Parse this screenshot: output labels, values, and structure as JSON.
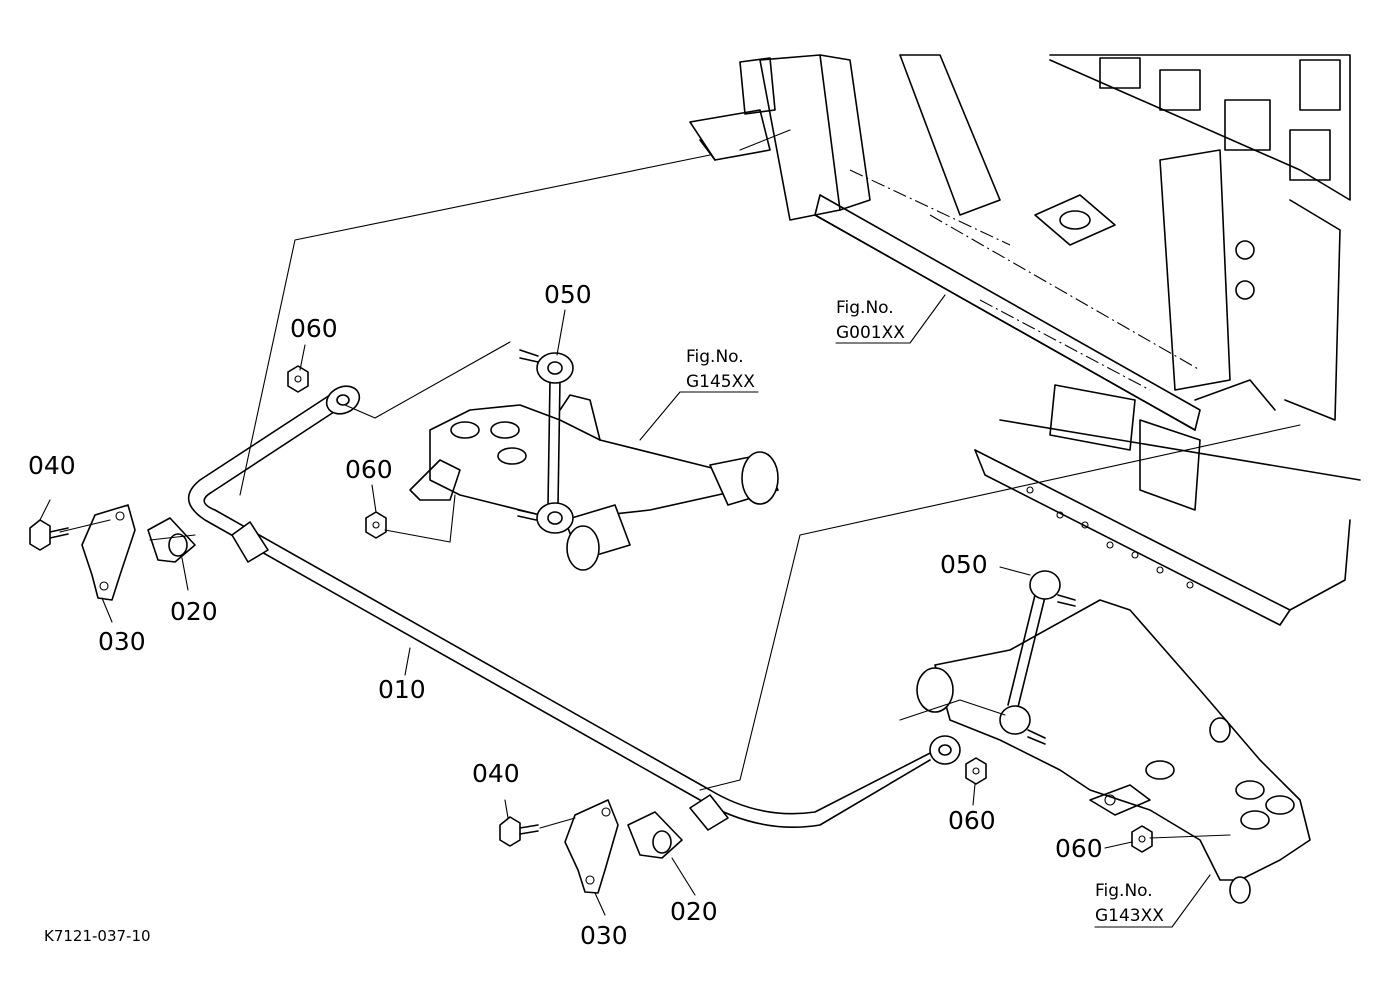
{
  "diagram_code": "K7121-037-10",
  "callouts": {
    "c010": "010",
    "c020_left": "020",
    "c020_right": "020",
    "c030_left": "030",
    "c030_right": "030",
    "c040_left": "040",
    "c040_right": "040",
    "c050_top": "050",
    "c050_right": "050",
    "c060_top": "060",
    "c060_mid": "060",
    "c060_right_a": "060",
    "c060_right_b": "060"
  },
  "figure_refs": {
    "g001": {
      "title": "Fig.No.",
      "code": "G001XX"
    },
    "g145": {
      "title": "Fig.No.",
      "code": "G145XX"
    },
    "g143": {
      "title": "Fig.No.",
      "code": "G143XX"
    }
  }
}
